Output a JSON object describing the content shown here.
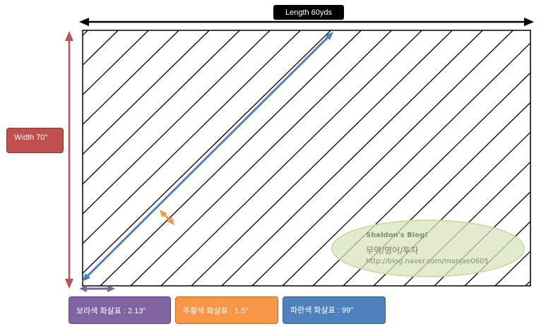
{
  "labels": {
    "length": "Length 60yds",
    "width": "Width 70\""
  },
  "legend": [
    {
      "text": "보라색 화살표 : 2.13\"",
      "color": "#8064a2"
    },
    {
      "text": "주황색 화살표 : 1.5\"",
      "color": "#f79646"
    },
    {
      "text": "파란색 화살표 : 99\"",
      "color": "#4f81bd"
    }
  ],
  "watermark": {
    "title": "Sheldon's Blog!",
    "subtitle": "무역/영어/투자",
    "url": "http://blog.naver.com/manjae0605"
  },
  "colors": {
    "length_arrow": "#000000",
    "width_arrow": "#c0504d",
    "purple_arrow": "#8064a2",
    "orange_arrow": "#f79646",
    "blue_arrow": "#4f81bd",
    "watermark_ellipse": "#d8e4bc"
  }
}
